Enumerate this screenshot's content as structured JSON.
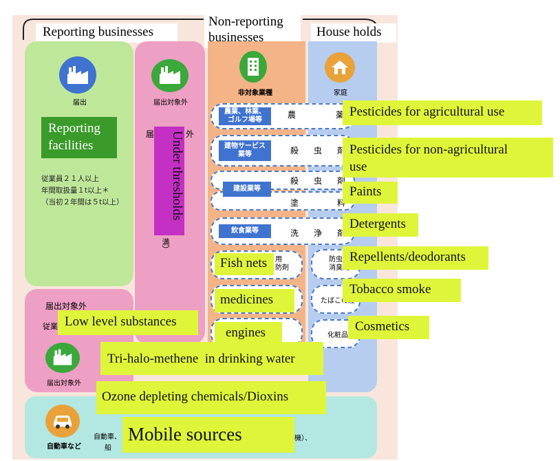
{
  "headers": {
    "reporting": "Reporting businesses",
    "non_reporting": "Non-reporting\nbusinesses",
    "households": "House holds"
  },
  "left_column": {
    "icon_label": "届出",
    "en_label": "Reporting\nfacilities",
    "criteria": "従業員２１人以上\n年間取扱量１t以上＊\n（当初２年間は５t以上）"
  },
  "pink_column": {
    "icon_label": "届出対象外",
    "jp_partial": "届出",
    "jp_partial_right": "外",
    "en_label": "Under thresholds",
    "jp_bottom": "満）"
  },
  "lower_left": {
    "title": "届出対象外",
    "partial": "従業",
    "icon_label": "届出対象外"
  },
  "non_reporting": {
    "icon_label": "非対象業種",
    "tags": [
      "農業、林業、\nゴルフ場等",
      "建物サービス\n業等",
      "建設業等",
      "飲食業等"
    ],
    "chars": [
      [
        "農",
        "薬"
      ],
      [
        "殺",
        "虫",
        "剤"
      ],
      [
        "殺",
        "虫",
        "剤"
      ],
      [
        "塗",
        "料"
      ],
      [
        "洗",
        "浄",
        "剤"
      ]
    ],
    "pill_partial": "用\n防剤"
  },
  "households": {
    "icon_label": "家庭",
    "pills": [
      "防虫\n消臭剤",
      "たばこの煙",
      "化粧品"
    ]
  },
  "mobile": {
    "icon_label": "自動車など",
    "text_left": "自動車、",
    "text_left2": "船",
    "text_right": "機）、"
  },
  "labels": {
    "pesticides_agri": "Pesticides for agricultural use",
    "pesticides_nonagri": "Pesticides for non-agricultural\nuse",
    "paints": "Paints",
    "detergents": "Detergents",
    "repellents": "Repellents/deodorants",
    "tobacco": "Tobacco smoke",
    "cosmetics": "Cosmetics",
    "fish_nets": "Fish nets",
    "medicines": "medicines",
    "engines": "engines",
    "low_level": "Low level substances",
    "trihalo": "Tri-halo-methene  in drinking water",
    "ozone": "Ozone depleting chemicals/Dioxins",
    "mobile_sources": "Mobile sources"
  },
  "colors": {
    "outer": "#f8e6dc",
    "reporting_green": "#bfe79a",
    "pink": "#ee9fc4",
    "orange": "#f4b487",
    "house_blue": "#b6cdf0",
    "teal": "#b3e7e1",
    "highlight_yellow": "#dff53a",
    "dark_green_box": "#3a9a2a",
    "magenta_box": "#c42fc4",
    "tag_blue": "#3f73cf"
  }
}
